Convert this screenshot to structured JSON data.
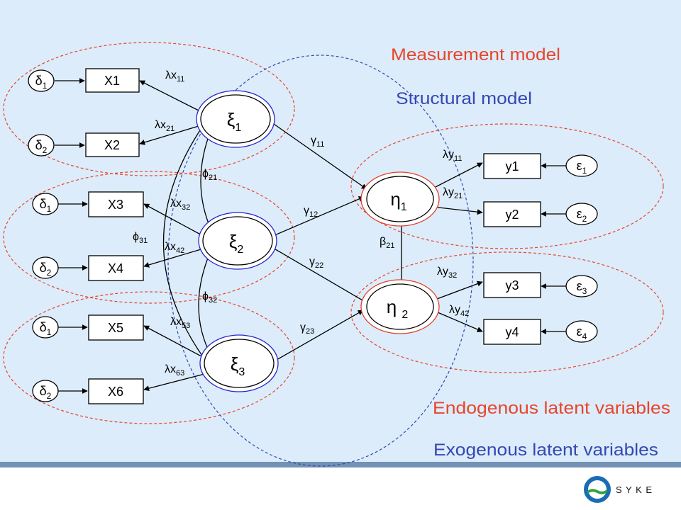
{
  "legend": {
    "measurement_model": "Measurement model",
    "structural_model": "Structural model",
    "endogenous": "Endogenous latent variables",
    "exogenous": "Exogenous latent variables"
  },
  "colors": {
    "background": "#dcecfa",
    "footer_band": "#7391b4",
    "measurement": "#e8452c",
    "structural": "#3548b4",
    "exogenous_ring": "#2424d0",
    "endogenous_ring": "#e0402a",
    "brand_blue": "#1a6db4",
    "brand_green": "#2fa03a"
  },
  "indicators": {
    "x": [
      "X1",
      "X2",
      "X3",
      "X4",
      "X5",
      "X6"
    ],
    "y": [
      "y1",
      "y2",
      "y3",
      "y4"
    ]
  },
  "errors": {
    "delta": [
      {
        "base": "δ",
        "sub": "1"
      },
      {
        "base": "δ",
        "sub": "2"
      },
      {
        "base": "δ",
        "sub": "1"
      },
      {
        "base": "δ",
        "sub": "2"
      },
      {
        "base": "δ",
        "sub": "1"
      },
      {
        "base": "δ",
        "sub": "2"
      }
    ],
    "epsilon": [
      {
        "base": "ε",
        "sub": "1"
      },
      {
        "base": "ε",
        "sub": "2"
      },
      {
        "base": "ε",
        "sub": "3"
      },
      {
        "base": "ε",
        "sub": "4"
      }
    ]
  },
  "latent": {
    "xi": [
      {
        "base": "ξ",
        "sub": "1"
      },
      {
        "base": "ξ",
        "sub": "2"
      },
      {
        "base": "ξ",
        "sub": "3"
      }
    ],
    "eta": [
      {
        "base": "η",
        "sub": "1"
      },
      {
        "base": "η ",
        "sub": "2"
      }
    ]
  },
  "paths": {
    "lambda_x": [
      {
        "base": "λx",
        "sub": "11"
      },
      {
        "base": "λx",
        "sub": "21"
      },
      {
        "base": "λx",
        "sub": "32"
      },
      {
        "base": "λx",
        "sub": "42"
      },
      {
        "base": "λx",
        "sub": "53"
      },
      {
        "base": "λx",
        "sub": "63"
      }
    ],
    "lambda_y": [
      {
        "base": "λy",
        "sub": "11"
      },
      {
        "base": "λy",
        "sub": "21"
      },
      {
        "base": "λy",
        "sub": "32"
      },
      {
        "base": "λy",
        "sub": "42"
      }
    ],
    "phi": [
      {
        "base": "ϕ",
        "sub": "21"
      },
      {
        "base": "ϕ",
        "sub": "31"
      },
      {
        "base": "ϕ",
        "sub": "32"
      }
    ],
    "gamma": [
      {
        "base": "γ",
        "sub": "11"
      },
      {
        "base": "γ",
        "sub": "12"
      },
      {
        "base": "γ",
        "sub": "22"
      },
      {
        "base": "γ",
        "sub": "23"
      }
    ],
    "beta": [
      {
        "base": "β",
        "sub": "21"
      }
    ]
  },
  "brand": {
    "logo_text": "S Y K E"
  }
}
